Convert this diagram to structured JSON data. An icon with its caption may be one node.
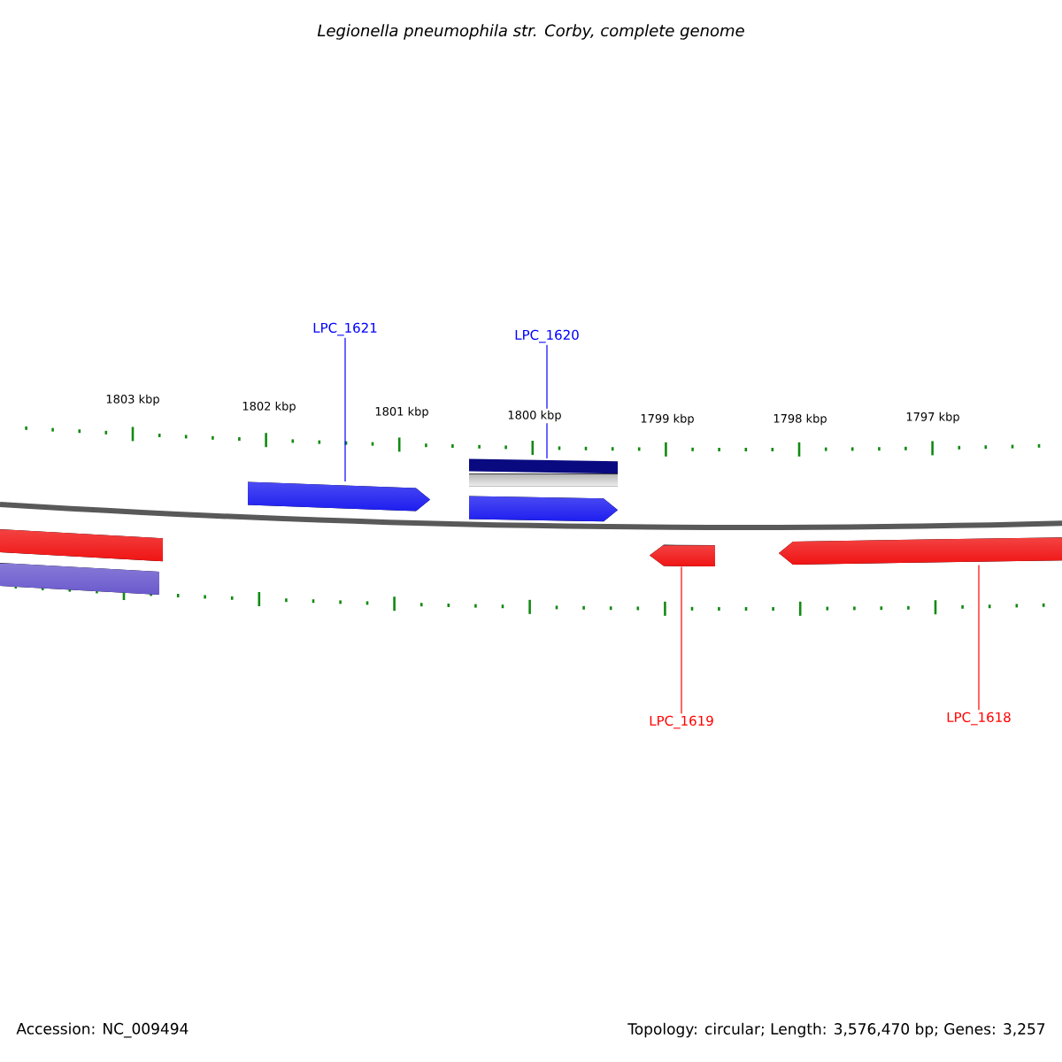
{
  "diagram": {
    "title": "Legionella pneumophila str. Corby, complete genome",
    "nodes": [
      {
        "text": [
          "LPC_1621"
        ]
      },
      {
        "text": [
          "LPC_1620"
        ]
      },
      {
        "text": [
          "LPC_1619"
        ]
      },
      {
        "text": [
          "LPC_1618"
        ]
      },
      {
        "text": [],
        "shape": "arrow"
      },
      {
        "text": [],
        "shape": "bar"
      },
      {
        "text": [],
        "shape": "arrow"
      },
      {
        "text": [],
        "shape": "arrow"
      }
    ],
    "edges": [
      {
        "from": 0,
        "to": 4,
        "arrow": "none",
        "color": "#0000ff"
      },
      {
        "from": 1,
        "to": 5,
        "arrow": "none",
        "color": "#0000ff"
      },
      {
        "from": 2,
        "to": 6,
        "arrow": "none",
        "color": "#ff0000"
      },
      {
        "from": 3,
        "to": 7,
        "arrow": "none",
        "color": "#ff0000"
      }
    ],
    "labels": [
      "1803 kbp",
      "1802 kbp",
      "1801 kbp",
      "1800 kbp",
      "1799 kbp",
      "1798 kbp",
      "1797 kbp",
      "Accession: NC_009494",
      "Topology: circular; Length: 3,576,470 bp; Genes: 3,257"
    ]
  }
}
